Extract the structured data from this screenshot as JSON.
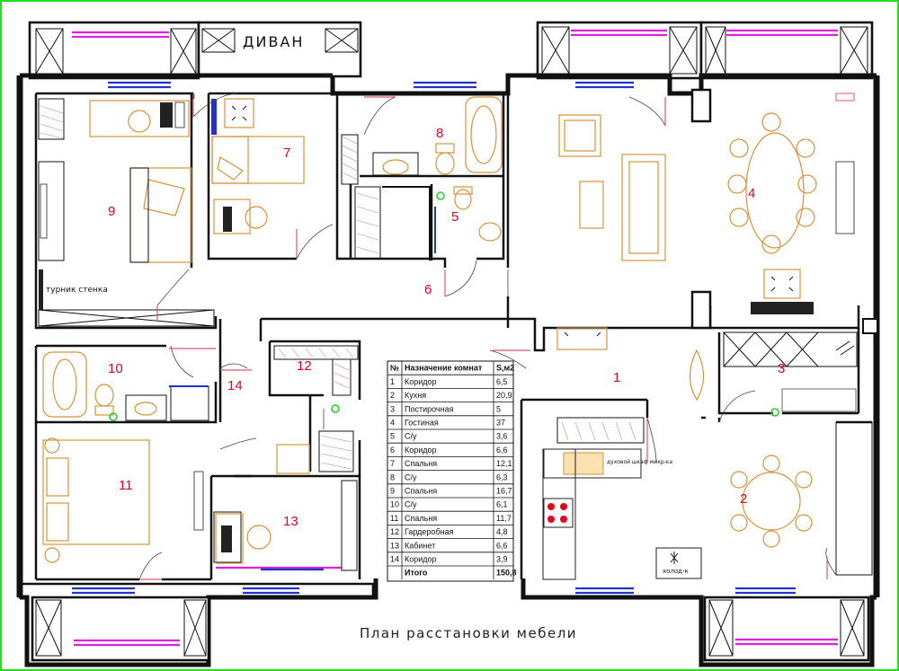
{
  "labels": {
    "sofa": "ДИВАН",
    "wall_bar": "турник стенка",
    "fridge": "холод-к",
    "oven": "духовой шкаф микр-ка",
    "caption": "План расстановки мебели"
  },
  "room_numbers": [
    "1",
    "2",
    "3",
    "4",
    "5",
    "6",
    "7",
    "8",
    "9",
    "10",
    "11",
    "12",
    "13",
    "14"
  ],
  "table": {
    "headers": [
      "№",
      "Назначение комнат",
      "S,м2"
    ],
    "rows": [
      [
        "1",
        "Коридор",
        "6,5"
      ],
      [
        "2",
        "Кухня",
        "20,9"
      ],
      [
        "3",
        "Постирочная",
        "5"
      ],
      [
        "4",
        "Гостиная",
        "37"
      ],
      [
        "5",
        "С/у",
        "3,6"
      ],
      [
        "6",
        "Коридор",
        "6,6"
      ],
      [
        "7",
        "Спальня",
        "12,1"
      ],
      [
        "8",
        "С/у",
        "6,3"
      ],
      [
        "9",
        "Спальня",
        "16,7"
      ],
      [
        "10",
        "С/у",
        "6,1"
      ],
      [
        "11",
        "Спальня",
        "11,7"
      ],
      [
        "12",
        "Гардеробная",
        "4,8"
      ],
      [
        "13",
        "Кабинет",
        "6,6"
      ],
      [
        "14",
        "Коридор",
        "3,9"
      ]
    ],
    "total": [
      "",
      "Итого",
      "150,8"
    ]
  },
  "colors": {
    "border": "#22dd22",
    "wall": "#111111",
    "furniture": "#d9923a",
    "room_number": "#e8001a",
    "window_blue": "#2233cc",
    "window_magenta": "#e020e0",
    "door_leaf": "#e0566a"
  }
}
